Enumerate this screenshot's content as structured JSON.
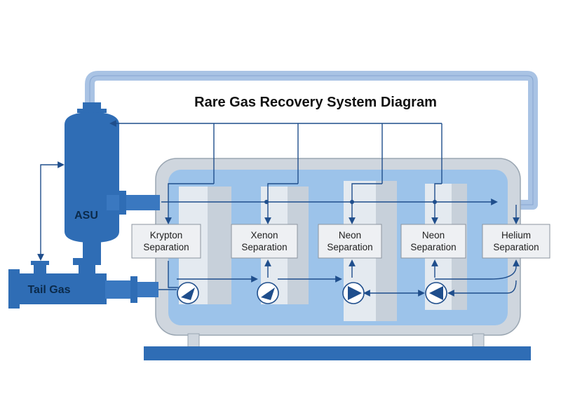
{
  "title": "Rare Gas Recovery System Diagram",
  "labels": {
    "asu": "ASU",
    "tail_gas": "Tail Gas"
  },
  "units": [
    {
      "line1": "Krypton",
      "line2": "Separation"
    },
    {
      "line1": "Xenon",
      "line2": "Separation"
    },
    {
      "line1": "Neon",
      "line2": "Separation"
    },
    {
      "line1": "Neon",
      "line2": "Separation"
    },
    {
      "line1": "Helium",
      "line2": "Separation"
    }
  ],
  "colors": {
    "pipe_blue": "#2f6db5",
    "pipe_light": "#a9c3e4",
    "tank_fill": "#9cc3ea",
    "frame_gray": "#cfd6de",
    "flow_line": "#1f4e8c",
    "box_fill": "#eef0f3",
    "base_bar": "#2f6db5"
  }
}
